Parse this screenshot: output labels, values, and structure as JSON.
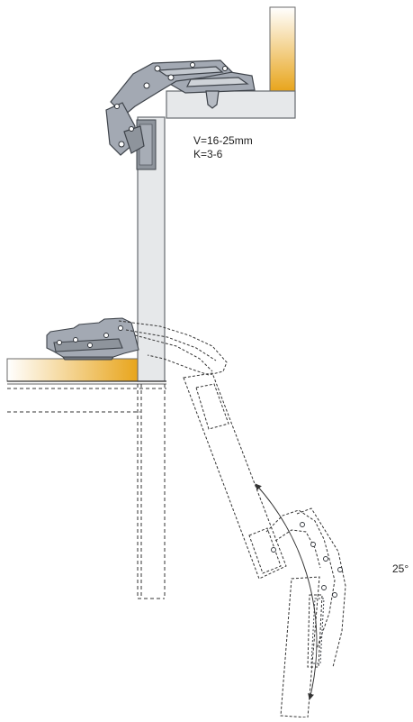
{
  "specs": {
    "v_range": "V=16-25mm",
    "k_range": "K=3-6"
  },
  "angle": {
    "label": "25°"
  },
  "colors": {
    "wood_light": "#ffffff",
    "wood_dark": "#e8a51c",
    "panel_fill": "#e6e8ea",
    "panel_stroke": "#666b70",
    "hinge_fill": "#a3a9b3",
    "hinge_stroke": "#3f444b",
    "line": "#333333"
  }
}
